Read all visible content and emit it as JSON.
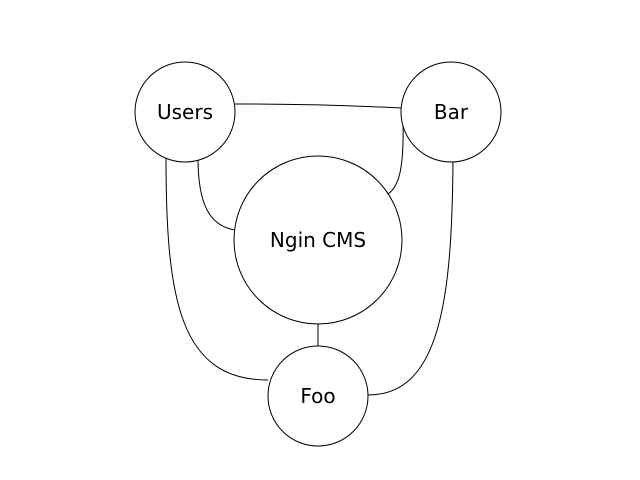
{
  "diagram": {
    "nodes": {
      "users": {
        "label": "Users"
      },
      "bar": {
        "label": "Bar"
      },
      "cms": {
        "label": "Ngin CMS"
      },
      "foo": {
        "label": "Foo"
      }
    },
    "edges": [
      {
        "from": "Users",
        "to": "Bar"
      },
      {
        "from": "Users",
        "to": "Ngin CMS"
      },
      {
        "from": "Bar",
        "to": "Ngin CMS"
      },
      {
        "from": "Users",
        "to": "Foo"
      },
      {
        "from": "Bar",
        "to": "Foo"
      },
      {
        "from": "Ngin CMS",
        "to": "Foo"
      }
    ],
    "colors": {
      "stroke": "#000000",
      "fill": "#ffffff"
    }
  }
}
